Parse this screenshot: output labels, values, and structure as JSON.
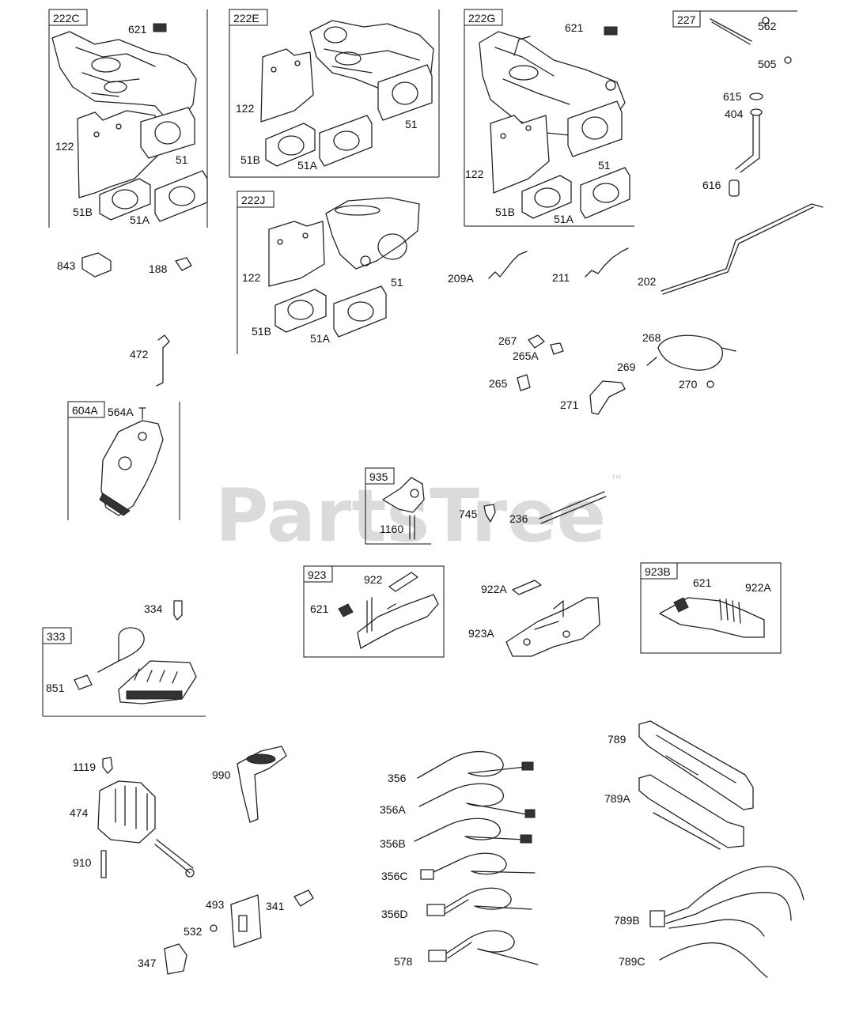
{
  "watermark": {
    "brand": "PartsTree",
    "trademark": "™"
  },
  "groups": {
    "g222C": "222C",
    "g222E": "222E",
    "g222G": "222G",
    "g227": "227",
    "g222J": "222J",
    "g604A": "604A",
    "g935": "935",
    "g923": "923",
    "g923B": "923B",
    "g333": "333"
  },
  "callouts": {
    "c621a": "621",
    "c122a": "122",
    "c51a": "51",
    "c51Ba": "51B",
    "c51Aa": "51A",
    "c122b": "122",
    "c51b": "51",
    "c51Bb": "51B",
    "c51Ab": "51A",
    "c621b": "621",
    "c122c": "122",
    "c51c": "51",
    "c51Bc": "51B",
    "c51Ac": "51A",
    "c562": "562",
    "c505": "505",
    "c615": "615",
    "c404": "404",
    "c616": "616",
    "c122d": "122",
    "c51d": "51",
    "c51Bd": "51B",
    "c51Ad": "51A",
    "c843": "843",
    "c188": "188",
    "c472": "472",
    "c564A": "564A",
    "c209A": "209A",
    "c211": "211",
    "c202": "202",
    "c267": "267",
    "c265A": "265A",
    "c265": "265",
    "c268": "268",
    "c269": "269",
    "c270": "270",
    "c271": "271",
    "c745": "745",
    "c236": "236",
    "c1160": "1160",
    "c922": "922",
    "c621c": "621",
    "c922Aa": "922A",
    "c923A": "923A",
    "c621d": "621",
    "c922Ab": "922A",
    "c334": "334",
    "c851": "851",
    "c1119": "1119",
    "c990": "990",
    "c474": "474",
    "c910": "910",
    "c341": "341",
    "c493": "493",
    "c532": "532",
    "c347": "347",
    "c356": "356",
    "c356A": "356A",
    "c356B": "356B",
    "c356C": "356C",
    "c356D": "356D",
    "c578": "578",
    "c789": "789",
    "c789A": "789A",
    "c789B": "789B",
    "c789C": "789C"
  }
}
